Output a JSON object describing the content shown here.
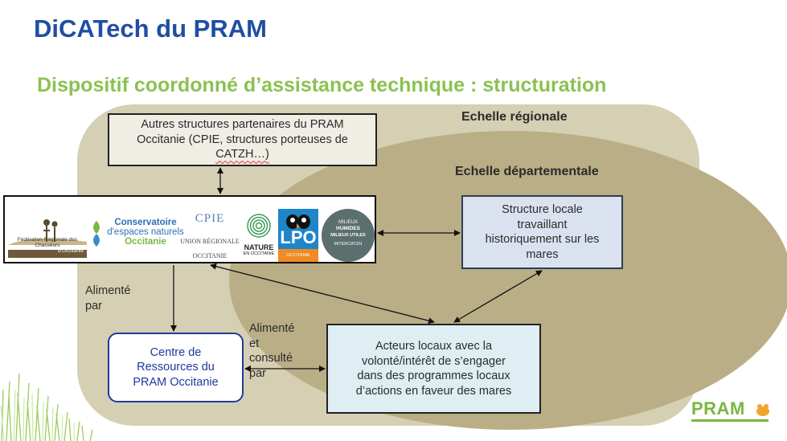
{
  "title": "DiCATech du PRAM",
  "subtitle": "Dispositif coordonné d’assistance technique : structuration",
  "scales": {
    "regional": "Echelle régionale",
    "departemental": "Echelle départementale"
  },
  "nodes": {
    "partners": [
      "Autres structures partenaires du PRAM",
      "Occitanie (CPIE, structures porteuses de",
      "CATZH…)"
    ],
    "local_structure": [
      "Structure locale",
      "travaillant",
      "historiquement sur les",
      "mares"
    ],
    "centre": [
      "Centre de",
      "Ressources du",
      "PRAM Occitanie"
    ],
    "acteurs": [
      "Acteurs locaux avec la",
      "volonté/intérêt de s’engager",
      "dans des programmes locaux",
      "d’actions en faveur des mares"
    ]
  },
  "edge_labels": {
    "alimente_par": [
      "Alimenté",
      "par"
    ],
    "alimente_consulte": [
      "Alimenté",
      "et",
      "consulté",
      "par"
    ]
  },
  "logos": {
    "chasseurs": [
      "Fédération Régionale des Chasseurs",
      "d'Occitanie"
    ],
    "cen": [
      "Conservatoire",
      "d'espaces naturels",
      "Occitanie"
    ],
    "cpie": [
      "CPIE",
      "UNION RÉGIONALE",
      "OCCITANIE"
    ],
    "nature": [
      "NATURE",
      "EN OCCITANIE"
    ],
    "lpo": [
      "LPO",
      "OCCITANIE"
    ],
    "milieux": [
      "MILIEUX",
      "HUMIDES",
      "MILIEUX UTILES",
      "INTERCATZH"
    ],
    "pram": [
      "PRAM"
    ]
  },
  "colors": {
    "title": "#1f4ea3",
    "subtitle": "#8cc152",
    "regional_bg": "#d5cfb3",
    "departemental_bg": "#b9ae85"
  }
}
